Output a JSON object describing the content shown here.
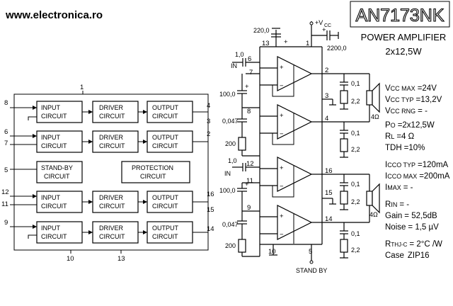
{
  "header": {
    "website": "www.electronica.ro",
    "part_number": "AN7173NK",
    "subtitle_1": "POWER AMPLIFIER",
    "subtitle_2": "2x12,5W"
  },
  "block_diagram": {
    "input_circuit": [
      "INPUT",
      "CIRCUIT"
    ],
    "driver_circuit": [
      "DRIVER",
      "CIRCUIT"
    ],
    "output_circuit": [
      "OUTPUT",
      "CIRCUIT"
    ],
    "standby_circuit": [
      "STAND-BY",
      "CIRCUIT"
    ],
    "protection_circuit": [
      "PROTECTION",
      "CIRCUIT"
    ],
    "pins": {
      "p1": "1",
      "p8": "8",
      "p6": "6",
      "p7": "7",
      "p5": "5",
      "p12": "12",
      "p11": "11",
      "p9": "9",
      "p4": "4",
      "p3": "3",
      "p2": "2",
      "p16": "16",
      "p15": "15",
      "p14": "14",
      "p10": "10",
      "p13": "13"
    }
  },
  "circuit": {
    "cap_top": "220,0",
    "cap_supply": "2200,0",
    "vcc_label": "+V",
    "vcc_sub": "CC",
    "in_label": "IN",
    "cap_in": "1,0",
    "cap_fb": "100,0",
    "cap_small": "0,047",
    "res_200": "200",
    "cap_out": "0,1",
    "res_out": "2,2",
    "speaker_load": "4Ω",
    "standby_label": "STAND BY",
    "pins": {
      "p13": "13",
      "p1": "1",
      "p6": "6",
      "p7": "7",
      "p8": "8",
      "p2": "2",
      "p3": "3",
      "p4": "4",
      "p12": "12",
      "p11": "11",
      "p9": "9",
      "p16": "16",
      "p15": "15",
      "p14": "14",
      "p10": "10",
      "p5": "5"
    }
  },
  "specs": [
    {
      "sym": "V",
      "sub": "CC MAX",
      "val": "=24V"
    },
    {
      "sym": "V",
      "sub": "CC TYP",
      "val": "=13,2V"
    },
    {
      "sym": "V",
      "sub": "CC RNG",
      "val": "= -"
    },
    {
      "sym": "P",
      "sub": "O",
      "val": "=2x12,5W"
    },
    {
      "sym": "R",
      "sub": "L",
      "val": "=4 Ω"
    },
    {
      "sym": "TDH",
      "sub": "",
      "val": "=10%"
    },
    {
      "sym": "I",
      "sub": "CCO TYP",
      "val": "=120mA"
    },
    {
      "sym": "I",
      "sub": "CCO MAX",
      "val": "=200mA"
    },
    {
      "sym": "I",
      "sub": "MAX",
      "val": "= -"
    },
    {
      "sym": "R",
      "sub": "IN",
      "val": "= -"
    },
    {
      "sym": "Gain",
      "sub": "",
      "val": "= 52,5dB"
    },
    {
      "sym": "Noise",
      "sub": "",
      "val": "= 1,5 µV"
    },
    {
      "sym": "R",
      "sub": "THJ-C",
      "val": "= 2°C /W"
    },
    {
      "sym": "Case",
      "sub": "",
      "val": "ZIP16"
    }
  ]
}
